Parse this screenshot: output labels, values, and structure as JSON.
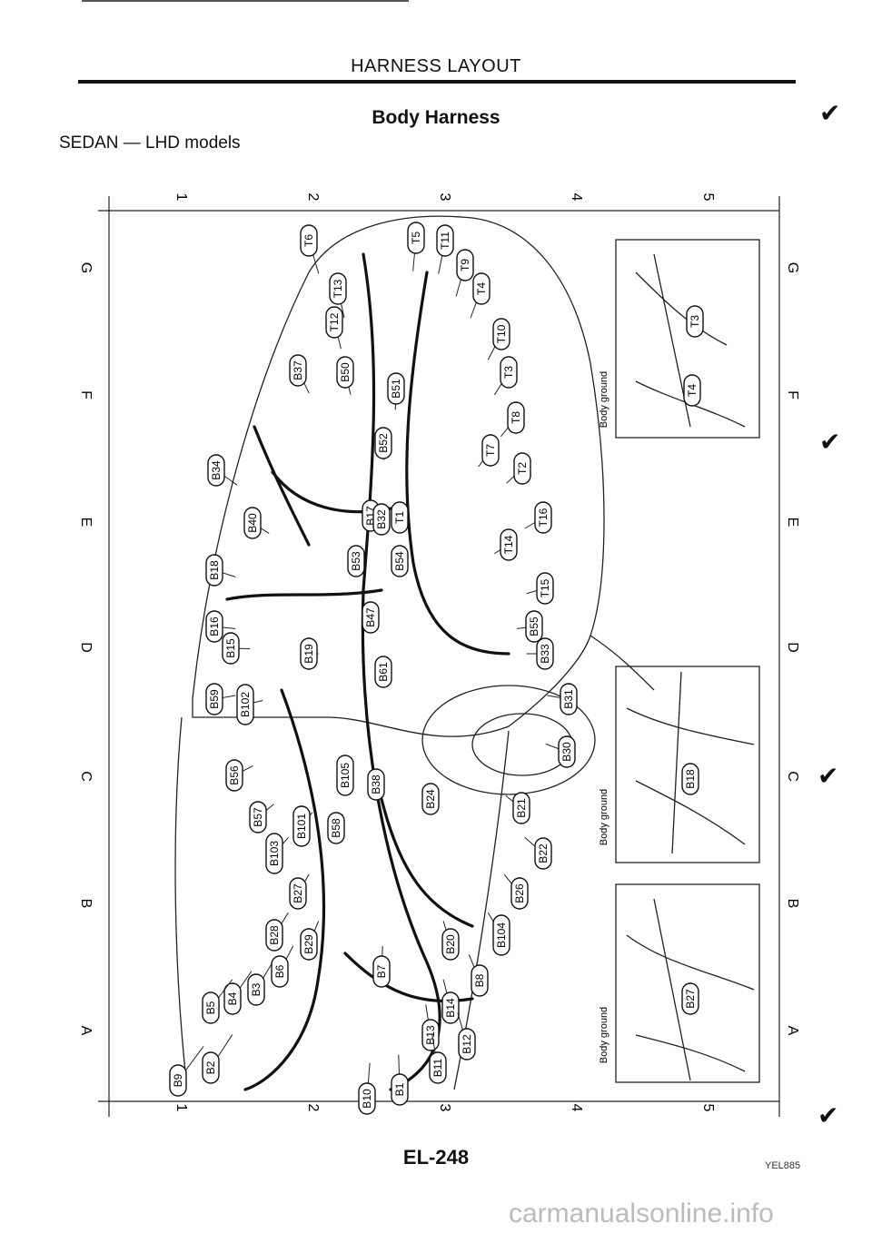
{
  "header": {
    "title": "HARNESS LAYOUT"
  },
  "subtitle": "Body Harness",
  "variant": "SEDAN — LHD models",
  "footer": {
    "page_number": "EL-248",
    "figure_code": "YEL885",
    "watermark": "carmanualsonline.info"
  },
  "grid": {
    "columns": [
      "1",
      "2",
      "3",
      "4",
      "5"
    ],
    "rows": [
      "G",
      "F",
      "E",
      "D",
      "C",
      "B",
      "A"
    ]
  },
  "connectors": [
    "T6",
    "T5",
    "T11",
    "T9",
    "T13",
    "T4",
    "T12",
    "T10",
    "T3",
    "T8",
    "T7",
    "T2",
    "T1",
    "T16",
    "T14",
    "T15",
    "B37",
    "B50",
    "B51",
    "B52",
    "B34",
    "B17",
    "B32",
    "B40",
    "B18",
    "B53",
    "B54",
    "B16",
    "B47",
    "B15",
    "B55",
    "B19",
    "B61",
    "B33",
    "B59",
    "B102",
    "B31",
    "B30",
    "B56",
    "B105",
    "B38",
    "B57",
    "B101",
    "B58",
    "B24",
    "B21",
    "B103",
    "B22",
    "B27",
    "B26",
    "B28",
    "B104",
    "B20",
    "B29",
    "B6",
    "B3",
    "B4",
    "B5",
    "B7",
    "B8",
    "B14",
    "B13",
    "B12",
    "B11",
    "B2",
    "B9",
    "B10",
    "B1"
  ],
  "insets": [
    {
      "label": "Body ground",
      "connectors": [
        "T3",
        "T4"
      ]
    },
    {
      "label": "Body ground",
      "connectors": [
        "B18"
      ]
    },
    {
      "label": "Body ground",
      "connectors": [
        "B27"
      ]
    }
  ],
  "colors": {
    "ink": "#111111",
    "paper": "#ffffff"
  }
}
